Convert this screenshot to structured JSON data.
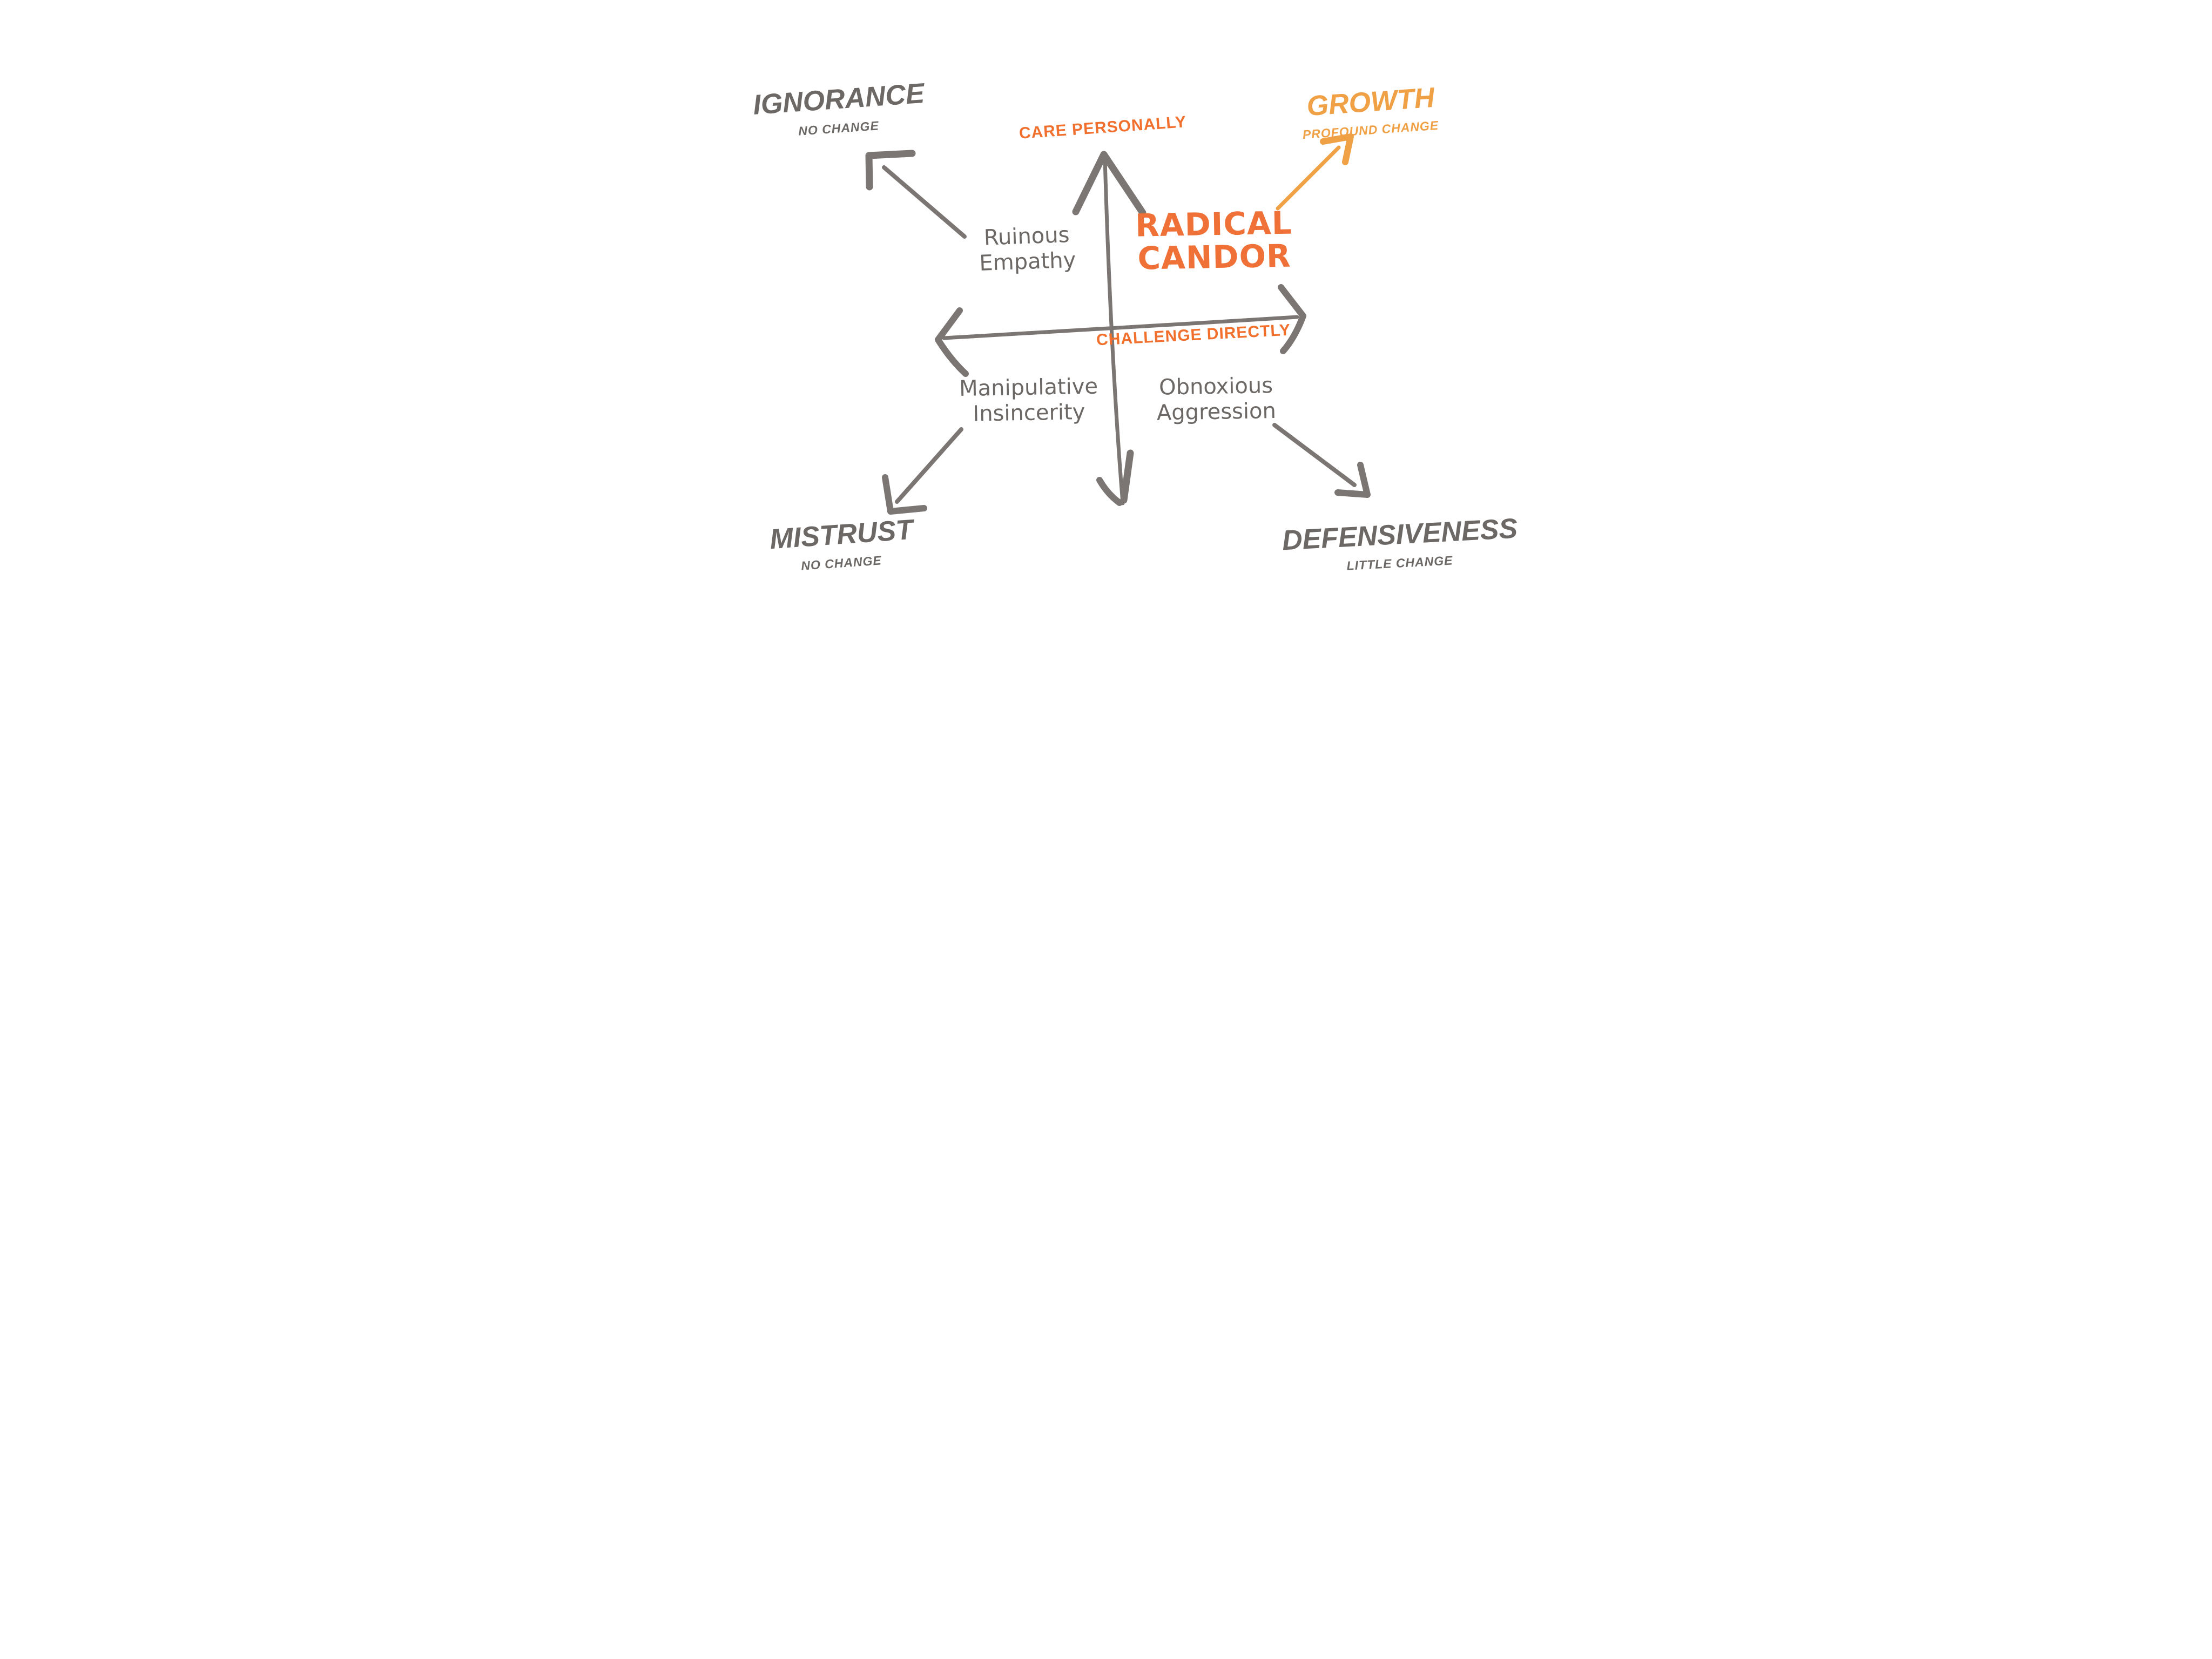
{
  "axes": {
    "vertical": {
      "label": "CARE PERSONALLY"
    },
    "horizontal": {
      "label": "CHALLENGE DIRECTLY"
    }
  },
  "quadrants": {
    "ruinous_empathy": {
      "line1": "Ruinous",
      "line2": "Empathy"
    },
    "radical_candor": {
      "line1": "RADICAL",
      "line2": "CANDOR"
    },
    "manipulative_insincerity": {
      "line1": "Manipulative",
      "line2": "Insincerity"
    },
    "obnoxious_aggression": {
      "line1": "Obnoxious",
      "line2": "Aggression"
    }
  },
  "outcomes": {
    "ignorance": {
      "title": "IGNORANCE",
      "subtitle": "NO CHANGE"
    },
    "growth": {
      "title": "GROWTH",
      "subtitle": "PROFOUND CHANGE"
    },
    "mistrust": {
      "title": "MISTRUST",
      "subtitle": "NO CHANGE"
    },
    "defensiveness": {
      "title": "DEFENSIVENESS",
      "subtitle": "LITTLE CHANGE"
    }
  },
  "colors": {
    "text_gray": "#6c6866",
    "arrow_gray": "#7b7673",
    "axis_label_orange": "#f2702d",
    "radical_candor_orange": "#ef7138",
    "growth_orange": "#f0a045",
    "background": "#ffffff"
  }
}
